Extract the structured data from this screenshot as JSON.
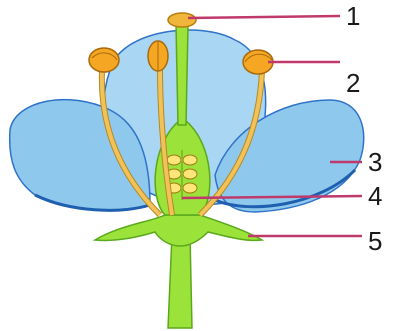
{
  "diagram": {
    "colors": {
      "petal": "#8ec8ec",
      "petal_back": "#a9d6f2",
      "petal_edge": "#2f73c8",
      "stem": "#9be33a",
      "stem_edge": "#5aa81c",
      "filament": "#f2c25a",
      "anther": "#f5a623",
      "stigma": "#f0b63c",
      "ovule": "#ffe57a",
      "pointer_line": "#c0396b"
    },
    "labels": [
      {
        "id": "1",
        "text": "1"
      },
      {
        "id": "2",
        "text": "2"
      },
      {
        "id": "3",
        "text": "3"
      },
      {
        "id": "4",
        "text": "4"
      },
      {
        "id": "5",
        "text": "5"
      }
    ]
  }
}
